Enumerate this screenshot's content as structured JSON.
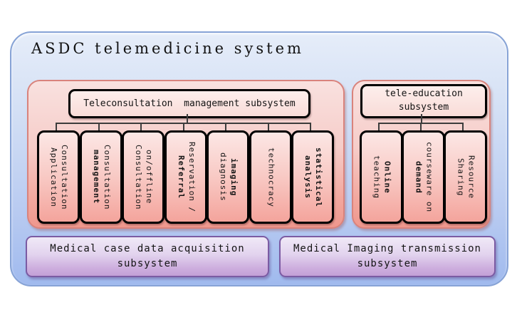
{
  "title": "ASDC telemedicine system",
  "colors": {
    "outer_top": "#e6edf9",
    "outer_bottom": "#a0baee",
    "outer_border": "#87a3d6",
    "panel_top": "#f9e1df",
    "panel_bottom": "#ef978d",
    "panel_border": "#d9837c",
    "node_border": "#000000",
    "purple_top": "#f0e9f7",
    "purple_bottom": "#c3a0d7",
    "purple_border": "#7b5ba3",
    "connector": "#3c3c3c"
  },
  "teleconsultation": {
    "header": "Teleconsultation  management subsystem",
    "items": [
      {
        "line1": "Consultation",
        "line2": "Application",
        "bold1": false,
        "bold2": false
      },
      {
        "line1": "Consultation",
        "line2": "management",
        "bold1": false,
        "bold2": true
      },
      {
        "line1": "on/offline",
        "line2": "Consultation",
        "bold1": false,
        "bold2": false
      },
      {
        "line1": "Reservation /",
        "line2": "Referral",
        "bold1": false,
        "bold2": true
      },
      {
        "line1": "imaging",
        "line2": "diagnosis",
        "bold1": true,
        "bold2": false
      },
      {
        "line1": "technocracy",
        "line2": "",
        "bold1": false,
        "bold2": false
      },
      {
        "line1": "statistical",
        "line2": "analysis",
        "bold1": true,
        "bold2": true
      }
    ]
  },
  "tele_education": {
    "header_line1": "tele-education",
    "header_line2": "subsystem",
    "items": [
      {
        "line1": "Online",
        "line2": "teaching",
        "bold1": true,
        "bold2": false
      },
      {
        "line1": "courseware on",
        "line2": "demand",
        "bold1": false,
        "bold2": true
      },
      {
        "line1": "Resource",
        "line2": "Sharing",
        "bold1": false,
        "bold2": false
      }
    ]
  },
  "bottom": {
    "left": {
      "line1": "Medical case data acquisition",
      "line2": "subsystem"
    },
    "right": {
      "line1": "Medical Imaging transmission",
      "line2": "subsystem"
    }
  }
}
